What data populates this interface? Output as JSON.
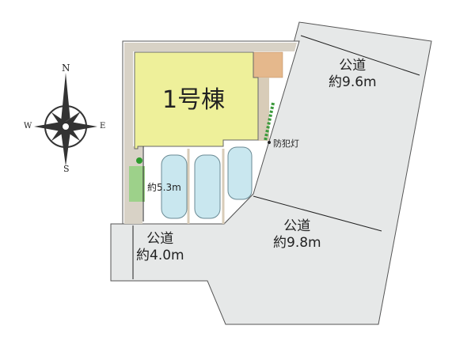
{
  "compass": {
    "n": "N",
    "s": "S",
    "e": "E",
    "w": "W"
  },
  "building": {
    "label": "1号棟"
  },
  "parking_depth": "約5.3m",
  "security_light": "防犯灯",
  "roads": [
    {
      "label": "公道",
      "width": "約9.6m"
    },
    {
      "label": "公道",
      "width": "約9.8m"
    },
    {
      "label": "公道",
      "width": "約4.0m"
    }
  ],
  "colors": {
    "road": "#e6e8e8",
    "house": "#eef09a",
    "lawn": "#9dd18a",
    "car": "#c9e7ef",
    "border": "#c8bfb0"
  }
}
